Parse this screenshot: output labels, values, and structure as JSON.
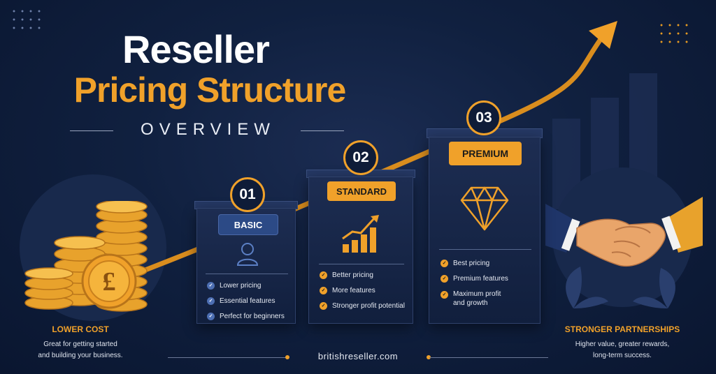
{
  "header": {
    "title_line1": "Reseller",
    "title_line2": "Pricing Structure",
    "subtitle": "OVERVIEW"
  },
  "tiers": [
    {
      "number": "01",
      "name": "BASIC",
      "icon": "user-icon",
      "features": [
        "Lower pricing",
        "Essential features",
        "Perfect for beginners"
      ]
    },
    {
      "number": "02",
      "name": "STANDARD",
      "icon": "growth-chart-icon",
      "features": [
        "Better pricing",
        "More features",
        "Stronger profit potential"
      ]
    },
    {
      "number": "03",
      "name": "PREMIUM",
      "icon": "diamond-icon",
      "features": [
        "Best pricing",
        "Premium features",
        "Maximum profit and growth"
      ]
    }
  ],
  "left_panel": {
    "title": "LOWER COST",
    "text_line1": "Great for getting started",
    "text_line2": "and building your business.",
    "icon": "pound-coin-stack-icon"
  },
  "right_panel": {
    "title": "STRONGER PARTNERSHIPS",
    "text_line1": "Higher value, greater rewards,",
    "text_line2": "long-term success.",
    "icon": "handshake-icon"
  },
  "footer": {
    "website": "britishreseller.com"
  },
  "colors": {
    "background": "#0d1a33",
    "accent_gold": "#f0a12a",
    "basic_blue": "#2c4a86"
  }
}
